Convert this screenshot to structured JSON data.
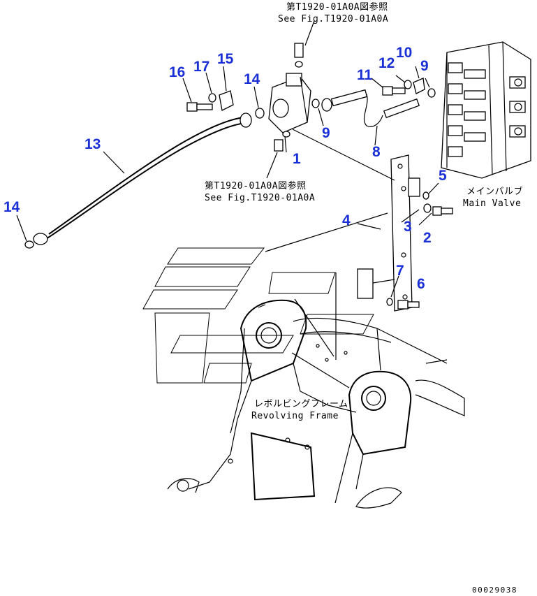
{
  "notes": {
    "top_jp": "第T1920-01A0A図参照",
    "top_en": "See Fig.T1920-01A0A",
    "mid_jp": "第T1920-01A0A図参照",
    "mid_en": "See Fig.T1920-01A0A",
    "main_valve_jp": "メインバルブ",
    "main_valve_en": "Main Valve",
    "frame_jp": "レボルビングフレーム",
    "frame_en": "Revolving Frame",
    "code": "00029038"
  },
  "callouts": {
    "c1": "1",
    "c2": "2",
    "c3": "3",
    "c4": "4",
    "c5": "5",
    "c6": "6",
    "c7": "7",
    "c8": "8",
    "c9a": "9",
    "c9b": "9",
    "c10": "10",
    "c11": "11",
    "c12": "12",
    "c13": "13",
    "c14a": "14",
    "c14b": "14",
    "c15": "15",
    "c16": "16",
    "c17": "17"
  },
  "colors": {
    "callout": "#1a2fd6",
    "line": "#000000",
    "background": "#ffffff"
  }
}
